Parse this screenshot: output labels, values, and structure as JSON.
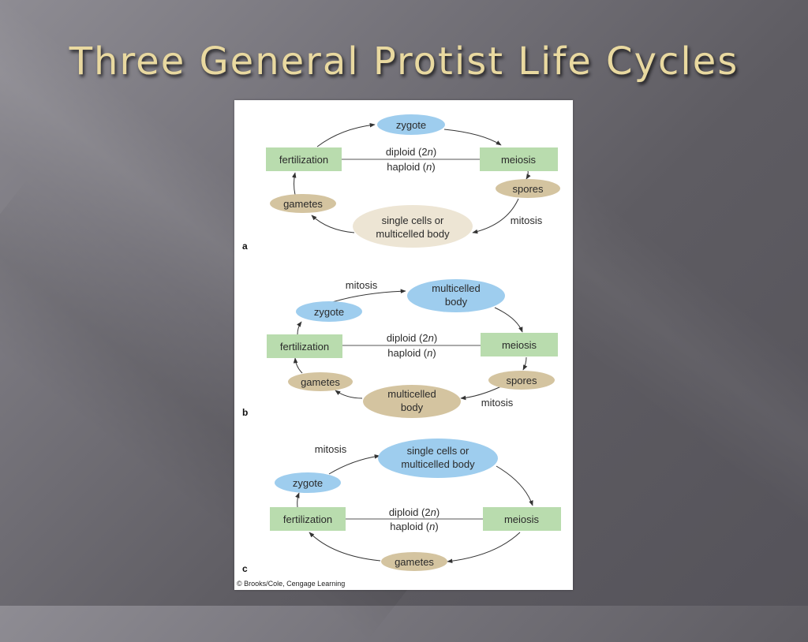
{
  "slide": {
    "title": "Three General Protist Life Cycles",
    "credit": "© Brooks/Cole, Cengage Learning",
    "colors": {
      "title": "#e9d9a0",
      "green_box": "#b9dcae",
      "blue_oval": "#9ecdee",
      "tan_oval": "#d4c4a0",
      "cream_oval": "#ede5d4"
    }
  },
  "panels": {
    "a": {
      "label": "a",
      "zygote": "zygote",
      "fertilization": "fertilization",
      "meiosis": "meiosis",
      "diploid_prefix": "diploid (2",
      "diploid_n": "n",
      "diploid_suffix": ")",
      "haploid_prefix": "haploid (",
      "haploid_n": "n",
      "haploid_suffix": ")",
      "spores": "spores",
      "gametes": "gametes",
      "body_line1": "single cells or",
      "body_line2": "multicelled body",
      "mitosis": "mitosis"
    },
    "b": {
      "label": "b",
      "mitosis_top": "mitosis",
      "body_line1": "multicelled",
      "body_line2": "body",
      "zygote": "zygote",
      "fertilization": "fertilization",
      "meiosis": "meiosis",
      "diploid_prefix": "diploid (2",
      "diploid_n": "n",
      "diploid_suffix": ")",
      "haploid_prefix": "haploid (",
      "haploid_n": "n",
      "haploid_suffix": ")",
      "gametes": "gametes",
      "spores": "spores",
      "bottom_line1": "multicelled",
      "bottom_line2": "body",
      "mitosis_bottom": "mitosis"
    },
    "c": {
      "label": "c",
      "mitosis_top": "mitosis",
      "body_line1": "single cells or",
      "body_line2": "multicelled body",
      "zygote": "zygote",
      "fertilization": "fertilization",
      "meiosis": "meiosis",
      "diploid_prefix": "diploid (2",
      "diploid_n": "n",
      "diploid_suffix": ")",
      "haploid_prefix": "haploid (",
      "haploid_n": "n",
      "haploid_suffix": ")",
      "gametes": "gametes"
    }
  }
}
